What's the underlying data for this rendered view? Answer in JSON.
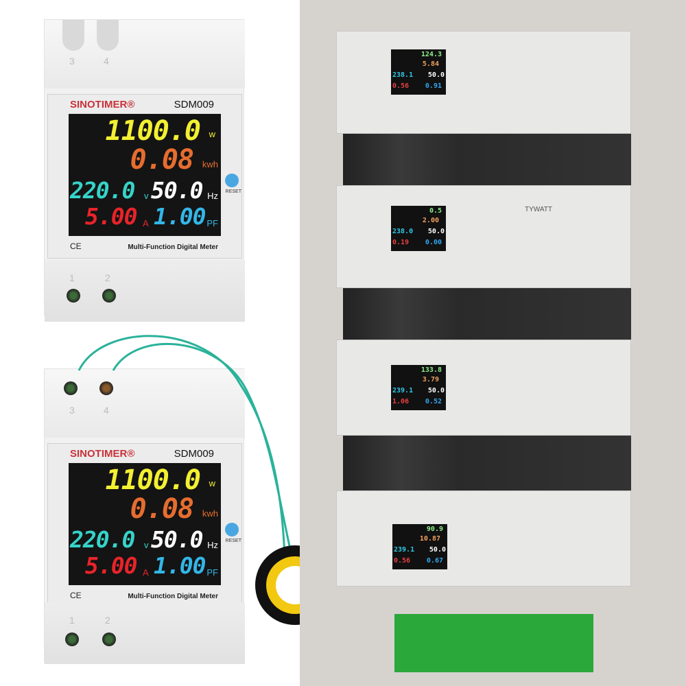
{
  "product_meter": {
    "brand": "SINOTIMER®",
    "model": "SDM009",
    "subtitle": "Multi-Function Digital Meter",
    "ce_mark": "CE",
    "reset_label": "RESET",
    "terminal_top": [
      "3",
      "4"
    ],
    "terminal_bottom": [
      "1",
      "2"
    ],
    "display": {
      "power": {
        "value": "1100.0",
        "unit": "w",
        "color": "#f3f032"
      },
      "energy": {
        "value": "0.08",
        "unit": "kwh",
        "color": "#e66d2f"
      },
      "voltage": {
        "value": "220.0",
        "unit": "v",
        "color": "#36d3c9"
      },
      "frequency": {
        "value": "50.0",
        "unit": "Hz",
        "color": "#ffffff"
      },
      "current": {
        "value": "5.00",
        "unit": "A",
        "color": "#e8242a"
      },
      "power_factor": {
        "value": "1.00",
        "unit": "PF",
        "color": "#33b6e8"
      }
    }
  },
  "installed_meters": [
    {
      "power": "124.3",
      "energy": "5.84",
      "voltage": "238.1",
      "frequency": "50.0",
      "current": "0.56",
      "pf": "0.91"
    },
    {
      "power": "0.5",
      "energy": "2.00",
      "voltage": "238.0",
      "frequency": "50.0",
      "current": "0.19",
      "pf": "0.00"
    },
    {
      "power": "133.8",
      "energy": "3.79",
      "voltage": "239.1",
      "frequency": "50.0",
      "current": "1.06",
      "pf": "0.52"
    },
    {
      "power": "90.9",
      "energy": "10.87",
      "voltage": "239.1",
      "frequency": "50.0",
      "current": "0.56",
      "pf": "0.67"
    }
  ],
  "module_label": "TYWATT"
}
